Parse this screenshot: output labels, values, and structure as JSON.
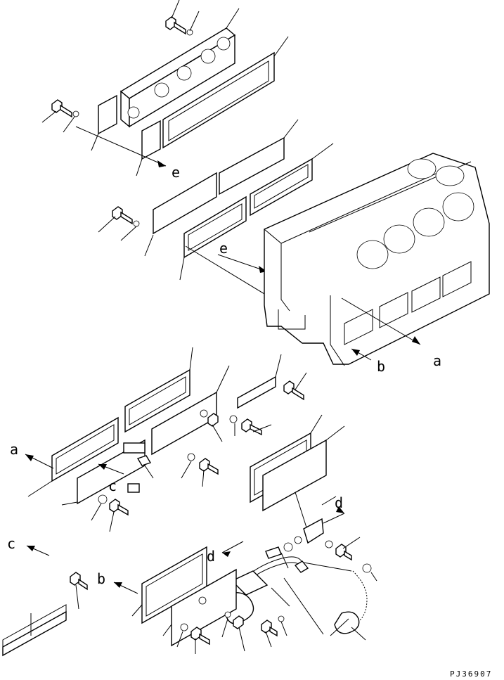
{
  "diagram": {
    "labels": {
      "a_top": "a",
      "b_top": "b",
      "e_top": "e",
      "e_mid": "e",
      "a_left": "a",
      "c_mid": "c",
      "c_left": "c",
      "b_left": "b",
      "d_right": "d",
      "d_mid": "d"
    },
    "drawing_code": "PJ36907"
  }
}
